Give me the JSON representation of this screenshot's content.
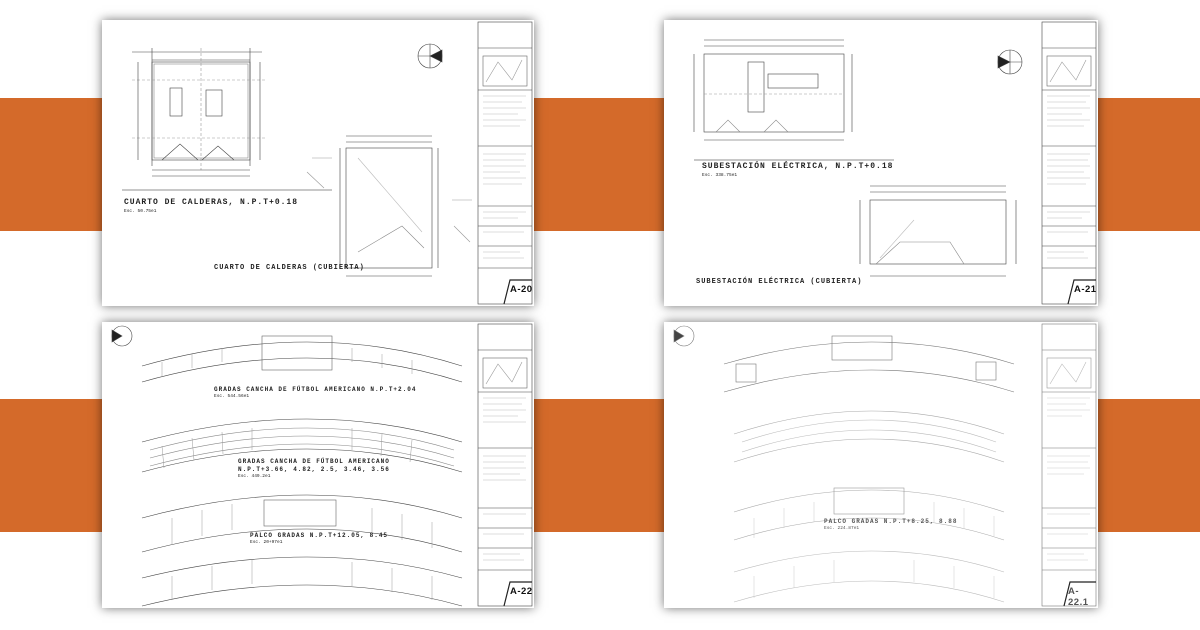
{
  "colors": {
    "background": "#ffffff",
    "band": "#d46a2a",
    "ink": "#222222"
  },
  "sheets": [
    {
      "id": "A-20",
      "sheet_number": "A-20",
      "plan_title": "CUARTO DE CALDERAS, N.P.T+0.18",
      "plan_scale": "Esc. 50.75e1",
      "roof_title": "CUARTO DE CALDERAS (CUBIERTA)"
    },
    {
      "id": "A-21",
      "sheet_number": "A-21",
      "plan_title": "SUBESTACIÓN ELÉCTRICA, N.P.T+0.18",
      "plan_scale": "Esc. 338.75e1",
      "roof_title": "SUBESTACIÓN ELÉCTRICA (CUBIERTA)"
    },
    {
      "id": "A-22",
      "sheet_number": "A-22",
      "label_top": "GRADAS CANCHA DE FÚTBOL AMERICANO N.P.T+2.04",
      "label_top_scale": "Esc. 544.56e1",
      "label_mid": "GRADAS CANCHA DE FÚTBOL AMERICANO",
      "label_mid_2": "N.P.T+3.66, 4.82, 2.5, 3.46, 3.56",
      "label_mid_scale": "Esc. 449.2e1",
      "label_bottom": "PALCO GRADAS N.P.T+12.05, 8.45",
      "label_bottom_scale": "Esc. 20+97e1"
    },
    {
      "id": "A-22.1",
      "sheet_number": "A-22.1",
      "label_bottom": "PALCO GRADAS N.P.T+8.25, 8.88",
      "label_bottom_scale": "Esc. 224.87e1"
    }
  ]
}
